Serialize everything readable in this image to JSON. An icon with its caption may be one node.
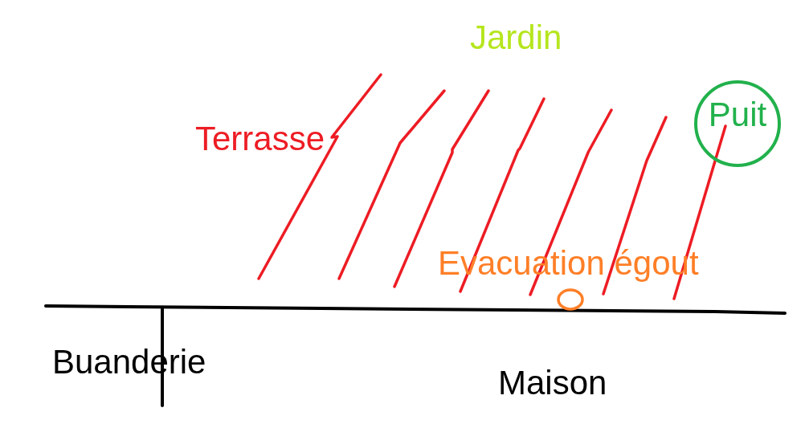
{
  "diagram": {
    "nodes": [
      {
        "text": [
          "Puit"
        ]
      },
      {
        "text": [],
        "shape": "circle",
        "beside": [
          "Evacuation égout"
        ]
      }
    ],
    "edges": [],
    "labels": [
      "Jardin",
      "Terrasse",
      "Buanderie",
      "Maison"
    ]
  }
}
